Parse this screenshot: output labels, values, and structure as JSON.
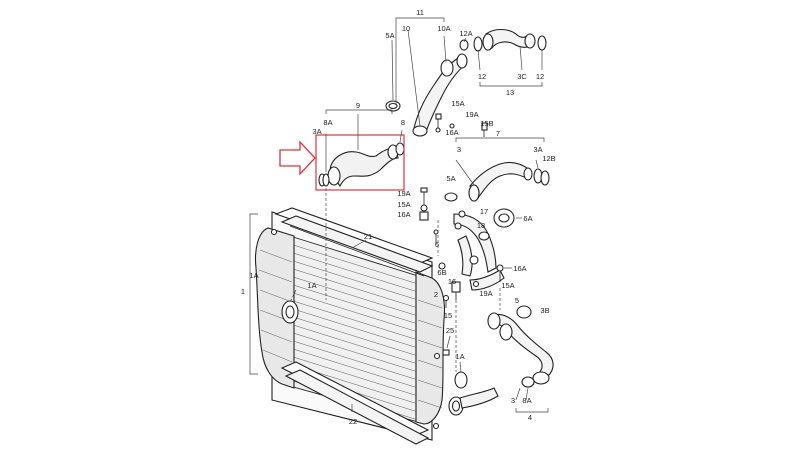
{
  "diagram": {
    "highlight_color": "#d9363e",
    "callouts": [
      {
        "id": "l11",
        "text": "11"
      },
      {
        "id": "l10",
        "text": "10"
      },
      {
        "id": "l10a",
        "text": "10A"
      },
      {
        "id": "l5a_top",
        "text": "5A"
      },
      {
        "id": "l12a",
        "text": "12A"
      },
      {
        "id": "l12_l",
        "text": "12"
      },
      {
        "id": "l3c",
        "text": "3C"
      },
      {
        "id": "l12_r",
        "text": "12"
      },
      {
        "id": "l13",
        "text": "13"
      },
      {
        "id": "l15a_top",
        "text": "15A"
      },
      {
        "id": "l19a_top",
        "text": "19A"
      },
      {
        "id": "l15b",
        "text": "15B"
      },
      {
        "id": "l16a_top",
        "text": "16A"
      },
      {
        "id": "l9",
        "text": "9"
      },
      {
        "id": "l8a",
        "text": "8A"
      },
      {
        "id": "l8",
        "text": "8"
      },
      {
        "id": "l3a_l",
        "text": "3A"
      },
      {
        "id": "l7",
        "text": "7"
      },
      {
        "id": "l3",
        "text": "3"
      },
      {
        "id": "l3a_r",
        "text": "3A"
      },
      {
        "id": "l12b",
        "text": "12B"
      },
      {
        "id": "l5a_mid",
        "text": "5A"
      },
      {
        "id": "l19a_mid",
        "text": "19A"
      },
      {
        "id": "l15a_mid",
        "text": "15A"
      },
      {
        "id": "l16a_mid",
        "text": "16A"
      },
      {
        "id": "l17",
        "text": "17"
      },
      {
        "id": "l6a",
        "text": "6A"
      },
      {
        "id": "l18",
        "text": "18"
      },
      {
        "id": "l6",
        "text": "6"
      },
      {
        "id": "l21",
        "text": "21"
      },
      {
        "id": "l6b",
        "text": "6B"
      },
      {
        "id": "l16",
        "text": "16"
      },
      {
        "id": "l16a_r",
        "text": "16A"
      },
      {
        "id": "l1a_l",
        "text": "1A"
      },
      {
        "id": "l1",
        "text": "1"
      },
      {
        "id": "l1a_in",
        "text": "1A"
      },
      {
        "id": "l2",
        "text": "2"
      },
      {
        "id": "l15a_r",
        "text": "15A"
      },
      {
        "id": "l19a_r",
        "text": "19A"
      },
      {
        "id": "l15",
        "text": "15"
      },
      {
        "id": "l5",
        "text": "5"
      },
      {
        "id": "l3b",
        "text": "3B"
      },
      {
        "id": "l25",
        "text": "25"
      },
      {
        "id": "l1a_b",
        "text": "1A"
      },
      {
        "id": "l22",
        "text": "22"
      },
      {
        "id": "l3_b",
        "text": "3"
      },
      {
        "id": "l8a_b",
        "text": "8A"
      },
      {
        "id": "l4",
        "text": "4"
      }
    ]
  }
}
